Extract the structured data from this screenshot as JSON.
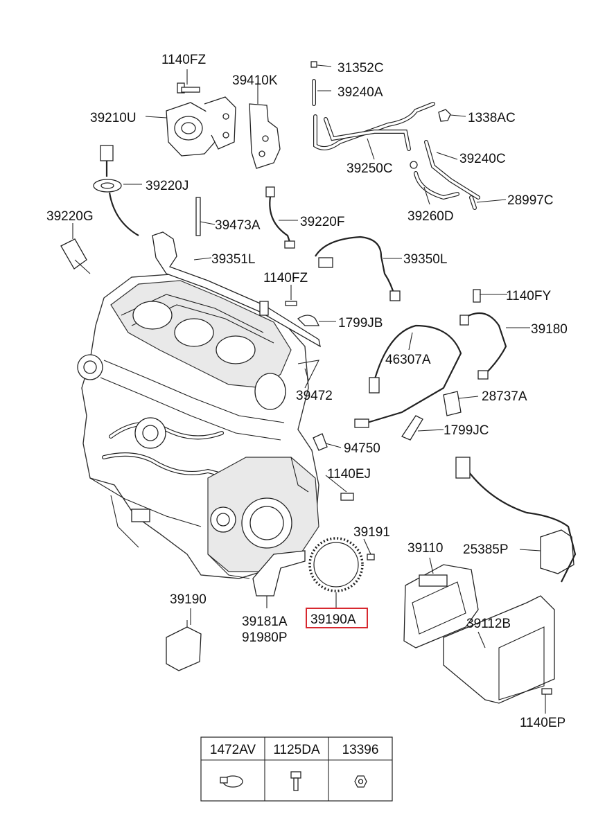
{
  "diagram": {
    "part_labels": [
      {
        "id": "1140FZ_top",
        "text": "1140FZ"
      },
      {
        "id": "39410K",
        "text": "39410K"
      },
      {
        "id": "39210U",
        "text": "39210U"
      },
      {
        "id": "31352C",
        "text": "31352C"
      },
      {
        "id": "39240A",
        "text": "39240A"
      },
      {
        "id": "1338AC",
        "text": "1338AC"
      },
      {
        "id": "39250C",
        "text": "39250C"
      },
      {
        "id": "39240C",
        "text": "39240C"
      },
      {
        "id": "28997C",
        "text": "28997C"
      },
      {
        "id": "39260D",
        "text": "39260D"
      },
      {
        "id": "39220J",
        "text": "39220J"
      },
      {
        "id": "39220G",
        "text": "39220G"
      },
      {
        "id": "39473A",
        "text": "39473A"
      },
      {
        "id": "39220F",
        "text": "39220F"
      },
      {
        "id": "39351L",
        "text": "39351L"
      },
      {
        "id": "39350L",
        "text": "39350L"
      },
      {
        "id": "1140FZ_mid",
        "text": "1140FZ"
      },
      {
        "id": "1799JB",
        "text": "1799JB"
      },
      {
        "id": "1140FY",
        "text": "1140FY"
      },
      {
        "id": "39180",
        "text": "39180"
      },
      {
        "id": "46307A",
        "text": "46307A"
      },
      {
        "id": "39472",
        "text": "39472"
      },
      {
        "id": "28737A",
        "text": "28737A"
      },
      {
        "id": "1799JC",
        "text": "1799JC"
      },
      {
        "id": "94750",
        "text": "94750"
      },
      {
        "id": "1140EJ",
        "text": "1140EJ"
      },
      {
        "id": "39191",
        "text": "39191"
      },
      {
        "id": "39110",
        "text": "39110"
      },
      {
        "id": "25385P",
        "text": "25385P"
      },
      {
        "id": "39190",
        "text": "39190"
      },
      {
        "id": "39181A",
        "text": "39181A"
      },
      {
        "id": "91980P",
        "text": "91980P"
      },
      {
        "id": "39190A",
        "text": "39190A"
      },
      {
        "id": "39112B",
        "text": "39112B"
      },
      {
        "id": "1140EP",
        "text": "1140EP"
      }
    ],
    "highlight": {
      "part": "39190A",
      "color": "#d7282f"
    },
    "legend_table": {
      "headers": [
        "1472AV",
        "1125DA",
        "13396"
      ],
      "icons": [
        "hose-clamp-icon",
        "bolt-icon",
        "nut-icon"
      ]
    }
  }
}
